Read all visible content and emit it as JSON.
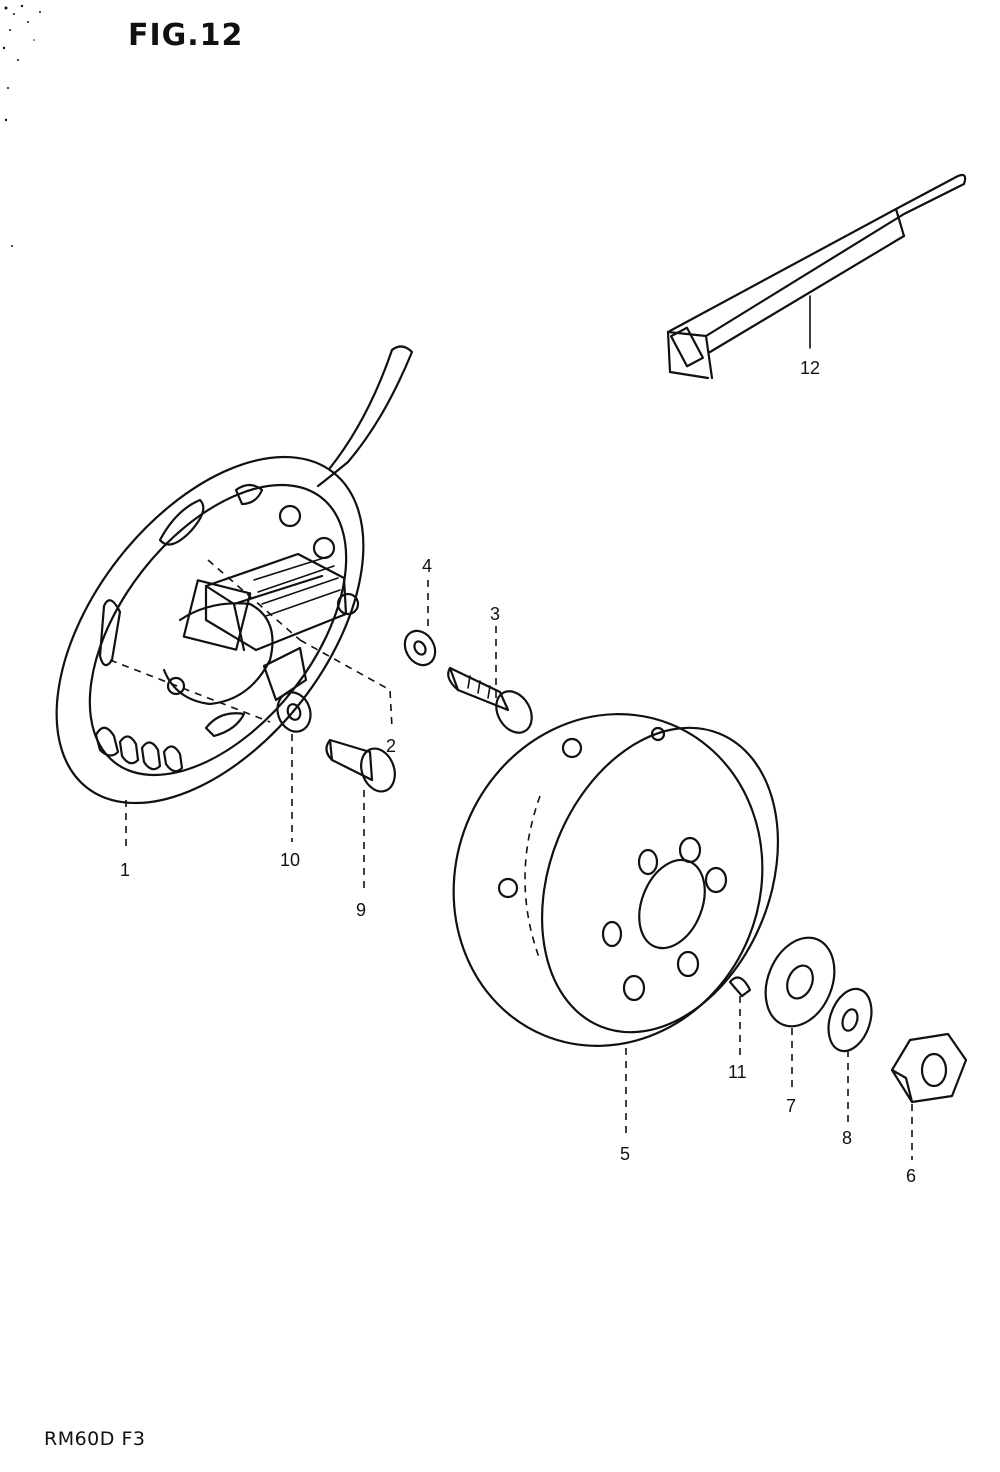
{
  "header": {
    "figure_label": "FIG.12"
  },
  "footer": {
    "model_code": "RM60D F3"
  },
  "callouts": [
    "1",
    "2",
    "3",
    "4",
    "5",
    "6",
    "7",
    "8",
    "9",
    "10",
    "11",
    "12"
  ]
}
